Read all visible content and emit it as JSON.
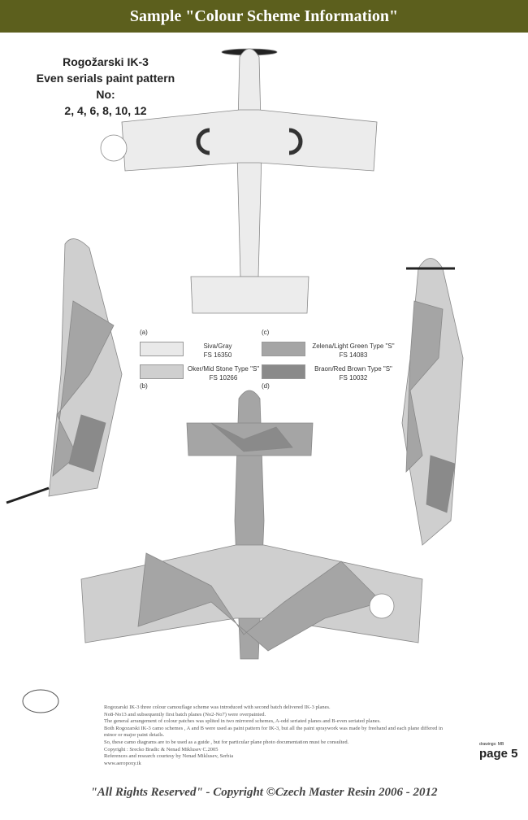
{
  "header": {
    "title": "Sample \"Colour Scheme Information\""
  },
  "plane": {
    "name": "Rogožarski IK-3",
    "pattern": "Even serials paint pattern No:",
    "serials": "2, 4, 6, 8, 10, 12"
  },
  "legend": [
    {
      "key": "(a)",
      "name": "Siva/Gray",
      "fs": "FS 16350",
      "color": "#e9e9e9"
    },
    {
      "key": "(b)",
      "name": "Oker/Mid Stone Type \"S\"",
      "fs": "FS 10266",
      "color": "#cfcfcf"
    },
    {
      "key": "(c)",
      "name": "Zelena/Light Green Type \"S\"",
      "fs": "FS 14083",
      "color": "#a5a5a5"
    },
    {
      "key": "(d)",
      "name": "Braon/Red Brown Type \"S\"",
      "fs": "FS 10032",
      "color": "#8a8a8a"
    }
  ],
  "notes": [
    "Rogozarski IK-3 three colour camouflage scheme was introduced with second batch delivered IK-3 planes.",
    "No8-No13 and subsequently first batch planes (No2-No7) were overpainted.",
    "The general arrangement of colour patches was splited in two mirrored schemes, A-odd seriated planes and B-even seriated planes.",
    "Both Rogozarski IK-3 camo schemes , A and B were used as paint pattern for IK-3, but all the paint spraywork was made by freehand and each plane differed in minor or major paint details.",
    "So, these camo diagrams are to be used as a guide , but for particular plane photo documentation must be consulted.",
    "Copyright : Srecko Bradic & Nenad Miklusev C.2005",
    "References and research courtesy by Nenad Miklusev, Serbia",
    "www.aeropoxy.tk"
  ],
  "page_label": "page 5",
  "page_sub": "drawings: MB",
  "footer": "\"All Rights Reserved\" - Copyright ©Czech Master Resin 2006 - 2012"
}
